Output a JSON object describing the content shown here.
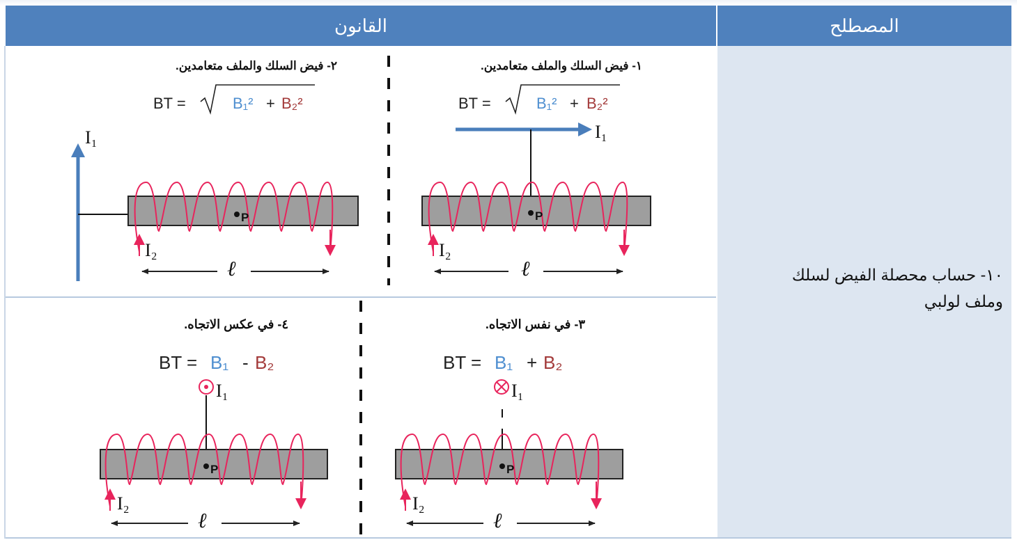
{
  "header": {
    "law_label": "القانون",
    "term_label": "المصطلح"
  },
  "term": {
    "line1": "١٠- حساب محصلة الفيض لسلك",
    "line2": "وملف لولبي"
  },
  "cases": [
    {
      "title": "١- فيض السلك والملف متعامدين.",
      "eq_lhs": "BT =",
      "eq_b1": "B₁²",
      "eq_op": "+",
      "eq_b2": "B₂²",
      "wire_label": "I₁",
      "coil_label": "I₂",
      "point_label": "P",
      "length_label": "ℓ"
    },
    {
      "title": "٢- فيض السلك والملف متعامدين.",
      "eq_lhs": "BT =",
      "eq_b1": "B₁²",
      "eq_op": "+",
      "eq_b2": "B₂²",
      "wire_label": "I₁",
      "coil_label": "I₂",
      "point_label": "P",
      "length_label": "ℓ"
    },
    {
      "title": "٣- في نفس الاتجاه.",
      "eq_lhs": "BT =",
      "eq_b1": "B₁",
      "eq_op": "+",
      "eq_b2": "B₂",
      "wire_label": "I₁",
      "coil_label": "I₂",
      "point_label": "P",
      "length_label": "ℓ"
    },
    {
      "title": "٤- في عكس الاتجاه.",
      "eq_lhs": "BT =",
      "eq_b1": "B₁",
      "eq_op": "-",
      "eq_b2": "B₂",
      "wire_label": "I₁",
      "coil_label": "I₂",
      "point_label": "P",
      "length_label": "ℓ"
    }
  ],
  "colors": {
    "header_bg": "#4f81bd",
    "term_bg": "#dde6f1",
    "b1_blue": "#4f8fd0",
    "b2_red": "#a33a3a",
    "coil_pink": "#e8245c",
    "arrow_blue": "#4a7ebb",
    "rod_gray": "#9e9e9e"
  }
}
